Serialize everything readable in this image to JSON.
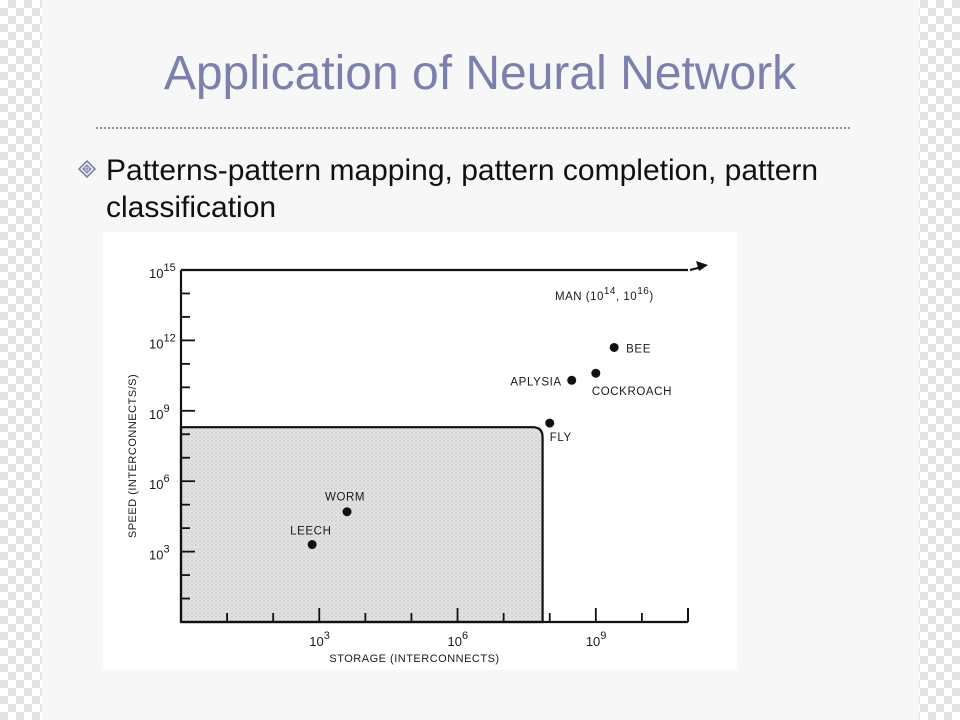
{
  "slide": {
    "title": "Application of Neural Network",
    "bullet": "Patterns-pattern mapping, pattern completion, pattern classification",
    "bullet_icon": "diamond-bullet-icon",
    "title_color": "#7b80ac"
  },
  "chart_data": {
    "type": "scatter",
    "title": "",
    "xlabel": "STORAGE (INTERCONNECTS)",
    "ylabel": "SPEED (INTERCONNECTS/S)",
    "xscale": "log",
    "yscale": "log",
    "xlim": [
      1,
      100000000000.0
    ],
    "ylim": [
      1,
      1000000000000000.0
    ],
    "x_ticks": [
      {
        "base": "10",
        "exp": "3",
        "value": 1000
      },
      {
        "base": "10",
        "exp": "6",
        "value": 1000000
      },
      {
        "base": "10",
        "exp": "9",
        "value": 1000000000
      }
    ],
    "y_ticks": [
      {
        "base": "10",
        "exp": "3",
        "value": 1000
      },
      {
        "base": "10",
        "exp": "6",
        "value": 1000000
      },
      {
        "base": "10",
        "exp": "9",
        "value": 1000000000
      },
      {
        "base": "10",
        "exp": "12",
        "value": 1000000000000
      },
      {
        "base": "10",
        "exp": "15",
        "value": 1000000000000000
      }
    ],
    "grid": false,
    "points": [
      {
        "label": "LEECH",
        "x": 700,
        "y": 2000
      },
      {
        "label": "WORM",
        "x": 4000,
        "y": 50000
      },
      {
        "label": "FLY",
        "x": 100000000,
        "y": 300000000
      },
      {
        "label": "APLYSIA",
        "x": 300000000,
        "y": 20000000000
      },
      {
        "label": "COCKROACH",
        "x": 1000000000,
        "y": 40000000000
      },
      {
        "label": "BEE",
        "x": 2500000000,
        "y": 500000000000
      }
    ],
    "arrow_annotation": {
      "prefix": "MAN (",
      "x_base": "10",
      "x_exp": "14",
      "separator": ", ",
      "y_base": "10",
      "y_exp": "16",
      "suffix": ")"
    },
    "shaded_region": {
      "x_max": 70000000,
      "y_max": 200000000
    }
  }
}
